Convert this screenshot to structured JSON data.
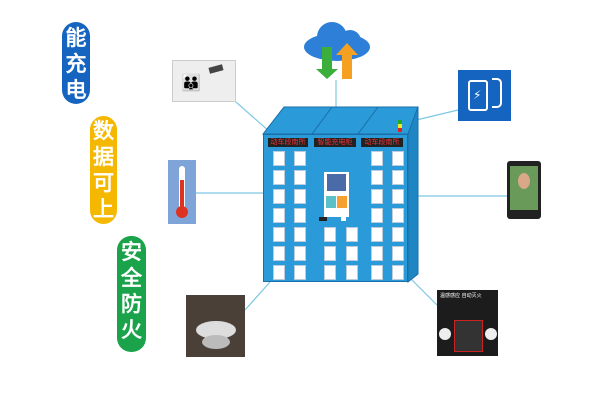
{
  "labels": {
    "charging": "能充电",
    "data_upload": "数据可上",
    "fire_safety": "安全防火"
  },
  "cabinet": {
    "sign_left": "动车段南所",
    "sign_center": "智能充电柜",
    "sign_right": "动车段南所"
  },
  "fire_panel": {
    "title": "温感感应 自动灭火"
  },
  "colors": {
    "blue": "#1565c0",
    "yellow": "#f5b800",
    "green": "#1aa34a",
    "cabinet": "#2a9ad8",
    "line": "#7ec8e3"
  }
}
